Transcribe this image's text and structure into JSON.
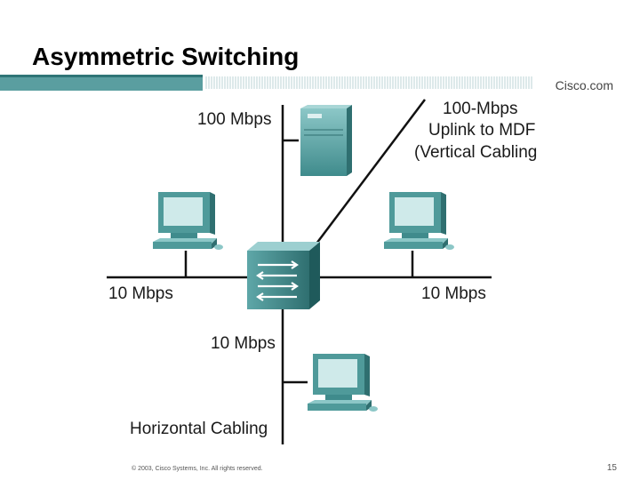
{
  "slide": {
    "title": "Asymmetric Switching",
    "brand": "Cisco.com",
    "footer_copyright": "© 2003, Cisco Systems, Inc. All rights reserved.",
    "page_number": "15"
  },
  "diagram": {
    "labels": {
      "server_speed": "100 Mbps",
      "uplink_line1": "100-Mbps",
      "uplink_line2": "Uplink to MDF",
      "uplink_line3": "(Vertical Cabling",
      "left_speed": "10 Mbps",
      "right_speed": "10 Mbps",
      "bottom_speed": "10 Mbps",
      "horizontal_cabling": "Horizontal Cabling"
    },
    "nodes": [
      {
        "id": "server",
        "icon": "server-icon"
      },
      {
        "id": "switch",
        "icon": "switch-icon"
      },
      {
        "id": "pc-left",
        "icon": "workstation-icon"
      },
      {
        "id": "pc-right",
        "icon": "workstation-icon"
      },
      {
        "id": "pc-bottom",
        "icon": "workstation-icon"
      }
    ],
    "colors": {
      "device": "#4f9a9a",
      "device_light": "#8cc7c7",
      "device_dark": "#2f6f70",
      "cable": "#111111",
      "header_band": "#5a9ea0"
    }
  }
}
